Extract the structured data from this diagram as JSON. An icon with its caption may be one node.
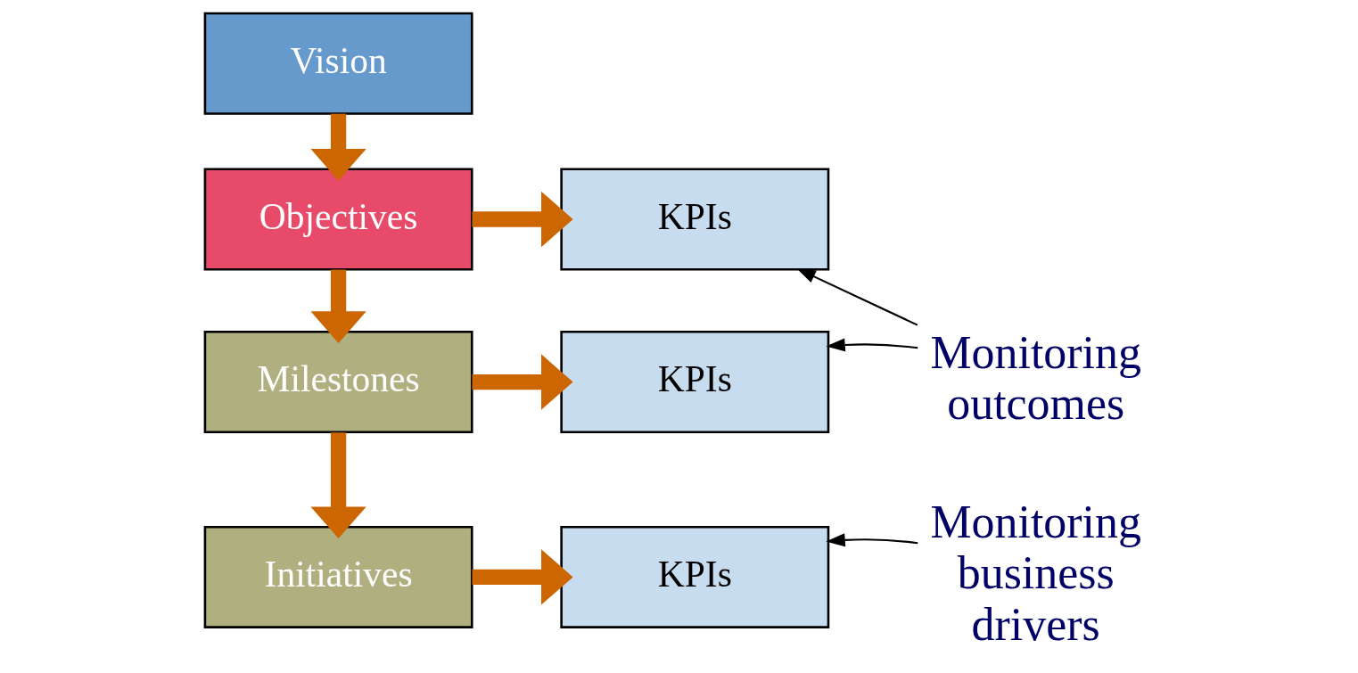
{
  "diagram": {
    "nodes": [
      {
        "text": [
          "Vision"
        ]
      },
      {
        "text": [
          "Objectives"
        ]
      },
      {
        "text": [
          "KPIs"
        ]
      },
      {
        "text": [
          "Milestones"
        ]
      },
      {
        "text": [
          "KPIs"
        ]
      },
      {
        "text": [
          "Initiatives"
        ]
      },
      {
        "text": [
          "KPIs"
        ]
      },
      {
        "text": [
          "Monitoring outcomes"
        ]
      },
      {
        "text": [
          "Monitoring business drivers"
        ]
      }
    ],
    "edges": [
      {
        "from": 0,
        "to": 1,
        "arrow": "to"
      },
      {
        "from": 1,
        "to": 2,
        "arrow": "to"
      },
      {
        "from": 1,
        "to": 3,
        "arrow": "to"
      },
      {
        "from": 3,
        "to": 4,
        "arrow": "to"
      },
      {
        "from": 3,
        "to": 5,
        "arrow": "to"
      },
      {
        "from": 5,
        "to": 6,
        "arrow": "to"
      },
      {
        "from": 7,
        "to": 2,
        "arrow": "to",
        "color": "#000000"
      },
      {
        "from": 7,
        "to": 4,
        "arrow": "to",
        "color": "#000000"
      },
      {
        "from": 8,
        "to": 6,
        "arrow": "to",
        "color": "#000000"
      }
    ]
  }
}
